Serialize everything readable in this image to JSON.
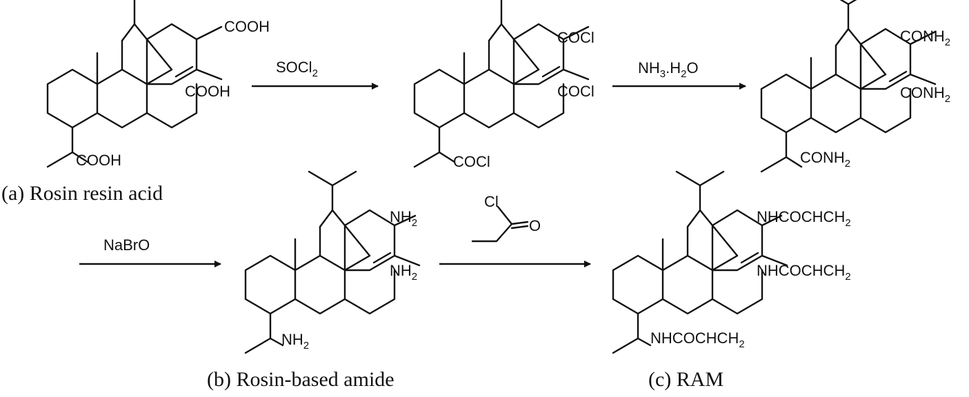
{
  "molecule_a": {
    "group_top": "COOH",
    "group_mid": "COOH",
    "group_bottom": "COOH",
    "caption": "(a) Rosin resin acid"
  },
  "molecule_acid_chloride": {
    "group_top": "COCl",
    "group_mid": "COCl",
    "group_bottom": "COCl"
  },
  "molecule_amide": {
    "group_top_main": "CONH",
    "group_top_sub": "2",
    "group_mid_main": "CONH",
    "group_mid_sub": "2",
    "group_bottom_main": "CONH",
    "group_bottom_sub": "2"
  },
  "molecule_b": {
    "group_top_main": "NH",
    "group_top_sub": "2",
    "group_mid_main": "NH",
    "group_mid_sub": "2",
    "group_bottom_main": "NH",
    "group_bottom_sub": "2",
    "caption": "(b) Rosin-based amide"
  },
  "molecule_c": {
    "group_top_main": "NHCOCHCH",
    "group_top_sub": "2",
    "group_mid_main": "NHCOCHCH",
    "group_mid_sub": "2",
    "group_bottom_main": "NHCOCHCH",
    "group_bottom_sub": "2",
    "caption": "(c) RAM"
  },
  "reagents": {
    "step1_main": "SOCl",
    "step1_sub": "2",
    "step2_a": "NH",
    "step2_a_sub": "3",
    "step2_b": ".H",
    "step2_b_sub": "2",
    "step2_c": "O",
    "step3": "NaBrO",
    "step4_cl": "Cl",
    "step4_o": "O"
  }
}
